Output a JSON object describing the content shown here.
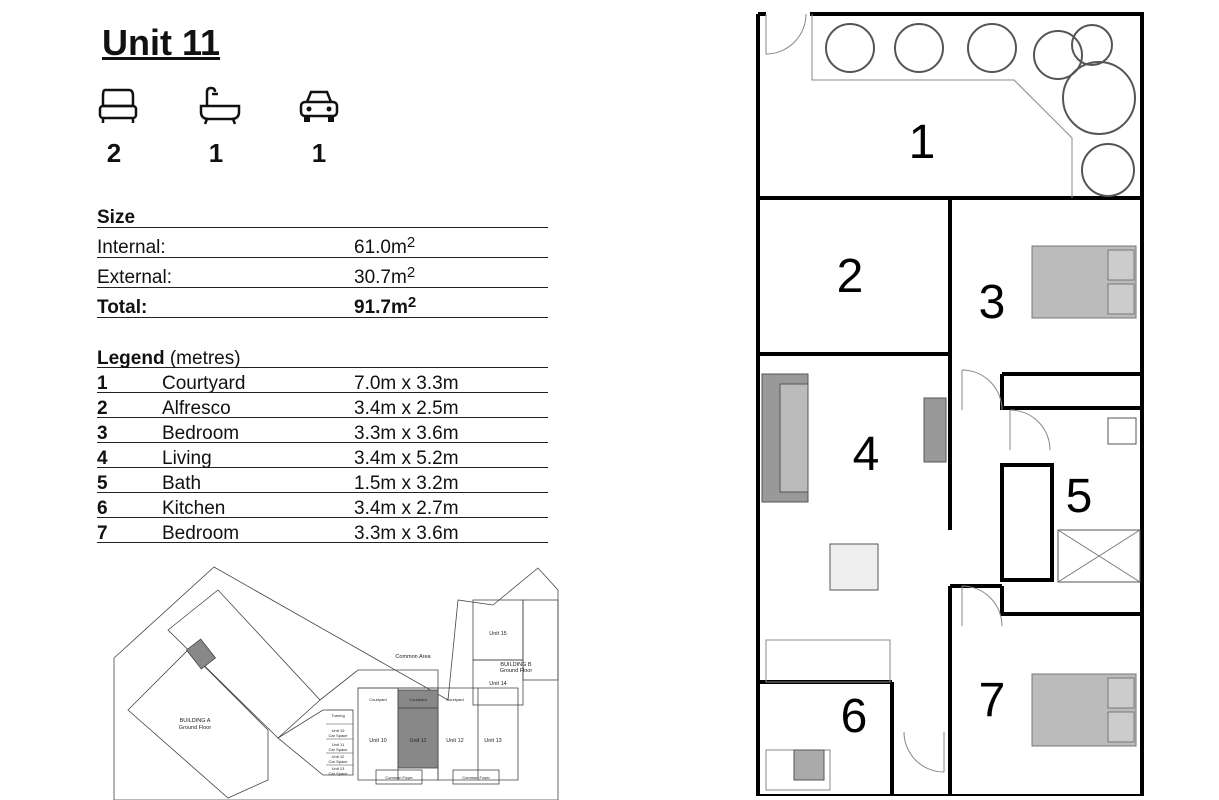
{
  "title": "Unit 11",
  "features": [
    {
      "icon": "bed-icon",
      "count": "2"
    },
    {
      "icon": "bath-icon",
      "count": "1"
    },
    {
      "icon": "car-icon",
      "count": "1"
    }
  ],
  "size": {
    "heading": "Size",
    "rows": [
      {
        "label": "Internal:",
        "value": "61.0m",
        "unit_sup": "2",
        "bold": false
      },
      {
        "label": "External:",
        "value": "30.7m",
        "unit_sup": "2",
        "bold": false
      },
      {
        "label": "Total:",
        "value": "91.7m",
        "unit_sup": "2",
        "bold": true
      }
    ]
  },
  "legend": {
    "heading": "Legend",
    "heading_note": "(metres)",
    "rows": [
      {
        "num": "1",
        "name": "Courtyard",
        "dims": "7.0m x 3.3m"
      },
      {
        "num": "2",
        "name": "Alfresco",
        "dims": "3.4m x 2.5m"
      },
      {
        "num": "3",
        "name": "Bedroom",
        "dims": "3.3m x 3.6m"
      },
      {
        "num": "4",
        "name": "Living",
        "dims": "3.4m x 5.2m"
      },
      {
        "num": "5",
        "name": "Bath",
        "dims": "1.5m x 3.2m"
      },
      {
        "num": "6",
        "name": "Kitchen",
        "dims": "3.4m x 2.7m"
      },
      {
        "num": "7",
        "name": "Bedroom",
        "dims": "3.3m x 3.6m"
      }
    ]
  },
  "site_plan": {
    "building_a": "BUILDING A",
    "building_a_sub": "Ground Floor",
    "building_b": "BUILDING B",
    "building_b_sub": "Ground Floor",
    "common_area": "Common Area",
    "units": [
      "Unit 10",
      "Unit 11",
      "Unit 12",
      "Unit 13",
      "Unit 14",
      "Unit 15"
    ],
    "courtyard": "Courtyard",
    "common_foyer": "Common Foyer",
    "turning": "Turning",
    "car_space": "Car Space",
    "car_units": [
      "Unit 10",
      "Unit 11",
      "Unit 12",
      "Unit 13"
    ],
    "highlight_color": "#888888"
  },
  "floor_plan": {
    "room_numbers": [
      "1",
      "2",
      "3",
      "4",
      "5",
      "6",
      "7"
    ]
  }
}
